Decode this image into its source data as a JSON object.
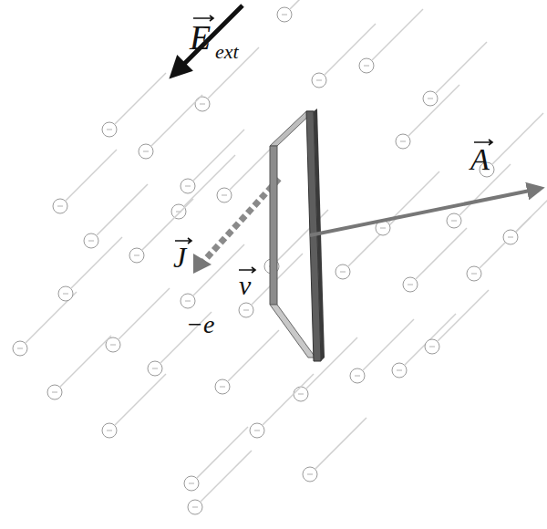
{
  "diagram": {
    "labels": [
      "E",
      "ext",
      "A",
      "J",
      "v",
      "−e"
    ]
  }
}
